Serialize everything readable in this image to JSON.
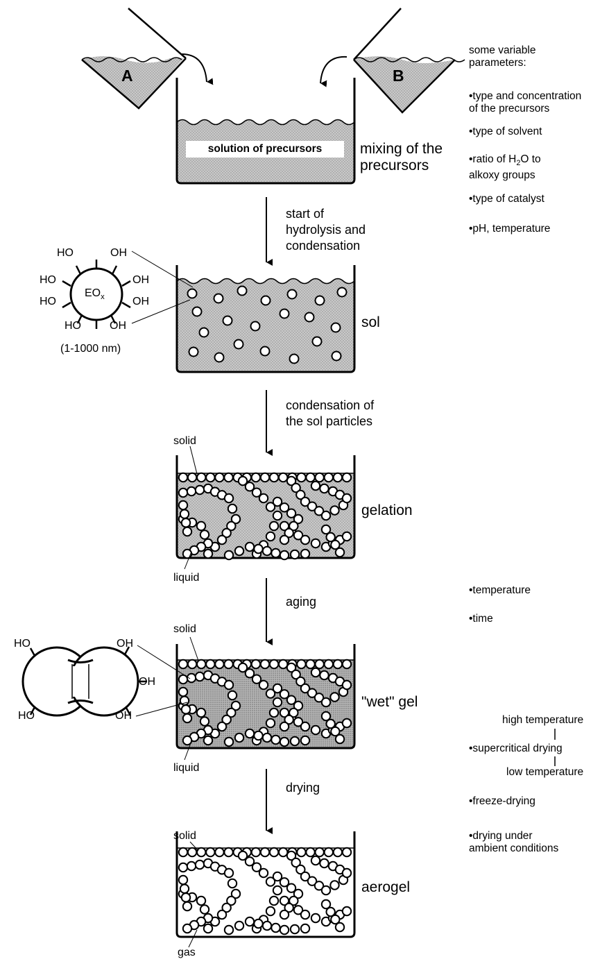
{
  "precursor_a": "A",
  "precursor_b": "B",
  "solution_label": "solution of precursors",
  "stages": {
    "mixing": "mixing of the\nprecursors",
    "sol": "sol",
    "gelation": "gelation",
    "wet_gel": "\"wet\" gel",
    "aerogel": "aerogel"
  },
  "steps": {
    "step1": "start of\nhydrolysis and\ncondensation",
    "step2": "condensation of\nthe sol particles",
    "step3": "aging",
    "step4": "drying"
  },
  "particle": {
    "core": "EO",
    "core_sub": "x",
    "group_oh": "OH",
    "group_ho": "HO",
    "size": "(1-1000 nm)"
  },
  "phase_labels": {
    "solid": "solid",
    "liquid": "liquid",
    "gas": "gas"
  },
  "parameters": {
    "header": "some variable\nparameters:",
    "mixing_params": [
      "•type and concentration\n of the precursors",
      "•type of solvent",
      "•ratio of H2O to\n alkoxy groups",
      "•type of catalyst",
      "•pH, temperature"
    ],
    "aging_params": [
      "•temperature",
      "•time"
    ],
    "drying_params": {
      "high": "high temperature",
      "supercritical": "•supercritical drying",
      "low": "low temperature",
      "freeze": "•freeze-drying",
      "ambient": "•drying under\n ambient conditions"
    }
  }
}
